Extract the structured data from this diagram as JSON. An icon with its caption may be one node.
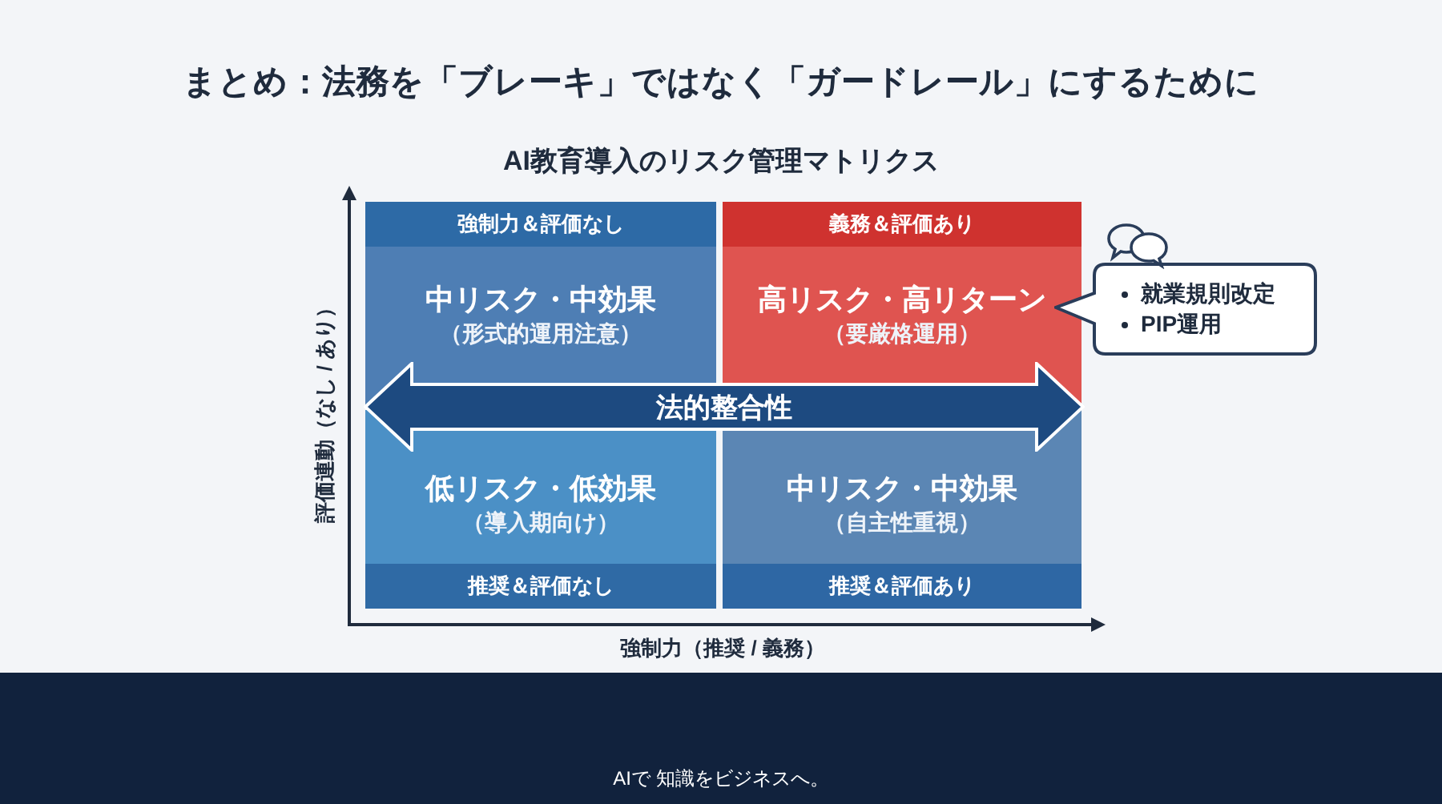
{
  "diagram": {
    "title": "まとめ：法務を「ブレーキ」ではなく「ガードレール」にするために",
    "nodes": [
      {
        "text": [
          "強制力＆評価なし",
          "中リスク・中効果",
          "（形式的運用注意）"
        ]
      },
      {
        "text": [
          "義務＆評価あり",
          "高リスク・高リターン",
          "（要厳格運用）"
        ]
      },
      {
        "text": [
          "就業規則改定",
          "PIP運用"
        ]
      },
      {
        "text": [
          "法的整合性"
        ]
      },
      {
        "text": [
          "低リスク・低効果",
          "（導入期向け）",
          "推奨＆評価なし"
        ]
      },
      {
        "text": [
          "中リスク・中効果",
          "（自主性重視）",
          "推奨＆評価あり"
        ]
      }
    ],
    "labels": [
      "AI教育導入のリスク管理マトリクス",
      "評価連動（なし / あり）",
      "強制力（推奨 / 義務）",
      "AIで 知識をビジネスへ。"
    ]
  }
}
